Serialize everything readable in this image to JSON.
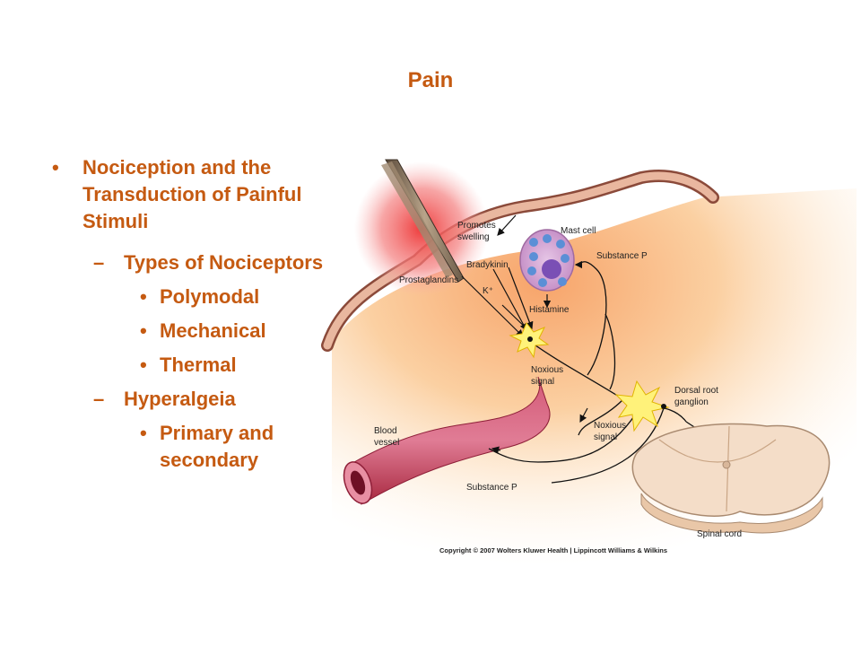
{
  "slide": {
    "title": "Pain",
    "bullets": {
      "main": "Nociception and the Transduction of Painful Stimuli",
      "sub1": "Types of Nociceptors",
      "sub1_items": [
        "Polymodal",
        "Mechanical",
        "Thermal"
      ],
      "sub2": "Hyperalgeia",
      "sub2_items": [
        "Primary and secondary"
      ],
      "markers": {
        "bullet": "•",
        "dash": "–"
      }
    },
    "colors": {
      "text": "#c55a11"
    }
  },
  "figure": {
    "labels": {
      "promotes_swelling_1": "Promotes",
      "promotes_swelling_2": "swelling",
      "mast_cell": "Mast cell",
      "bradykinin": "Bradykinin",
      "substance_p_top": "Substance P",
      "prostaglandins": "Prostaglandins",
      "k_plus": "K⁺",
      "histamine": "Histamine",
      "noxious_signal_1a": "Noxious",
      "noxious_signal_1b": "signal",
      "dorsal_root_1": "Dorsal root",
      "dorsal_root_2": "ganglion",
      "blood_vessel_1": "Blood",
      "blood_vessel_2": "vessel",
      "noxious_signal_2a": "Noxious",
      "noxious_signal_2b": "signal",
      "substance_p_bottom": "Substance P",
      "spinal_cord": "Spinal cord",
      "copyright": "Copyright © 2007 Wolters Kluwer Health | Lippincott Williams & Wilkins"
    }
  }
}
